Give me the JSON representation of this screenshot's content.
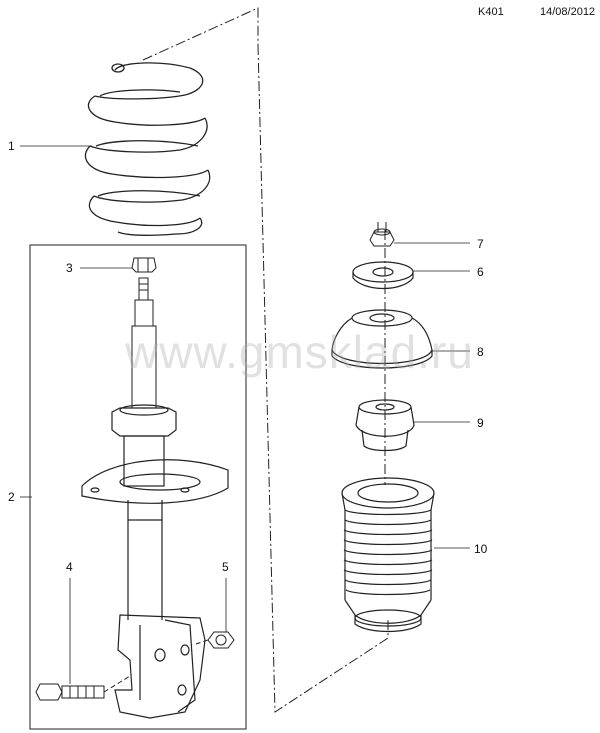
{
  "header": {
    "code": "K401",
    "date": "14/08/2012"
  },
  "watermark": "www.gmsklad.ru",
  "callouts": [
    "1",
    "2",
    "3",
    "4",
    "5",
    "6",
    "7",
    "8",
    "9",
    "10"
  ],
  "colors": {
    "line": "#222222",
    "watermark": "#aaaaaa"
  }
}
